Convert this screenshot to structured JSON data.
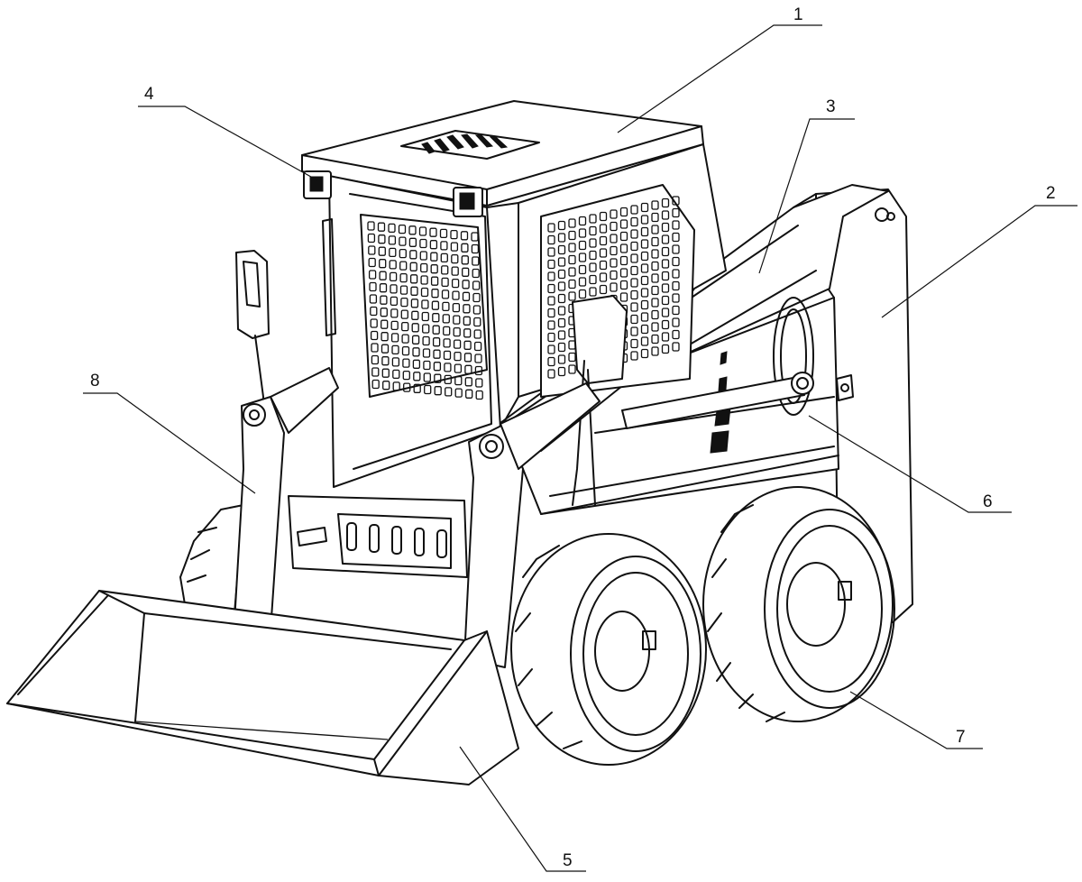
{
  "callouts": [
    {
      "id": "1",
      "label": "1"
    },
    {
      "id": "2",
      "label": "2"
    },
    {
      "id": "3",
      "label": "3"
    },
    {
      "id": "4",
      "label": "4"
    },
    {
      "id": "5",
      "label": "5"
    },
    {
      "id": "6",
      "label": "6"
    },
    {
      "id": "7",
      "label": "7"
    },
    {
      "id": "8",
      "label": "8"
    }
  ],
  "colors": {
    "ink": "#111111",
    "paper": "#ffffff"
  }
}
